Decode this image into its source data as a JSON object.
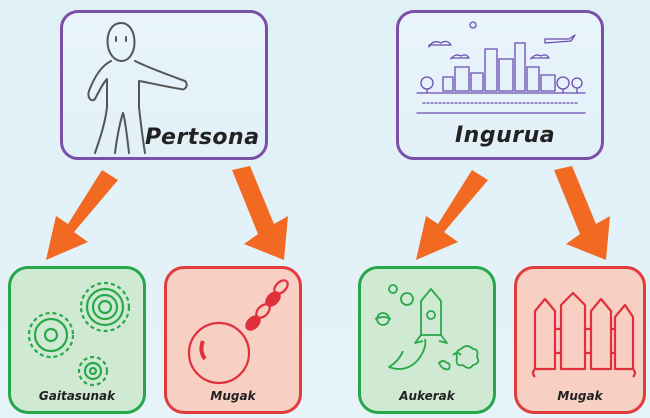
{
  "groups": [
    {
      "title": "Pertsona",
      "children": [
        {
          "label": "Gaitasunak",
          "status": "positive",
          "icon": "gears-icon"
        },
        {
          "label": "Mugak",
          "status": "negative",
          "icon": "ball-and-chain-icon"
        }
      ]
    },
    {
      "title": "Ingurua",
      "children": [
        {
          "label": "Aukerak",
          "status": "positive",
          "icon": "rocket-icon"
        },
        {
          "label": "Mugak",
          "status": "negative",
          "icon": "fence-icon"
        }
      ]
    }
  ],
  "colors": {
    "top_border": "#7a4fa6",
    "positive_border": "#25a84b",
    "positive_fill": "#cfe9d3",
    "negative_border": "#e23b3b",
    "negative_fill": "#f8cfc3",
    "arrow": "#f26a22"
  }
}
